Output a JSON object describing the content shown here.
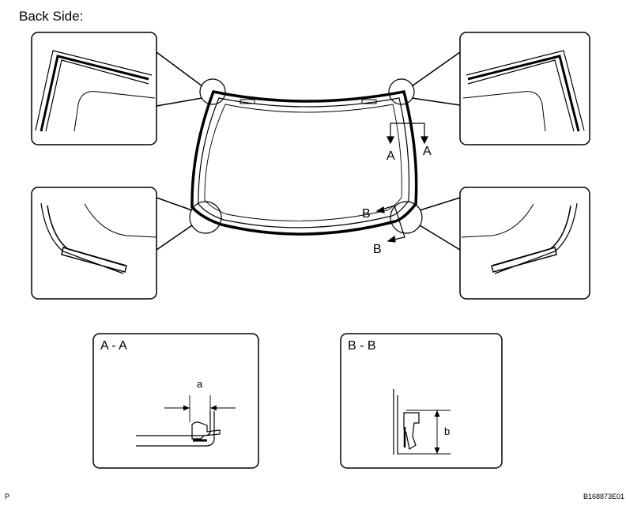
{
  "title": "Back Side:",
  "section_markers": {
    "a_left": "A",
    "a_right": "A",
    "b_upper": "B",
    "b_lower": "B"
  },
  "section_views": {
    "aa": {
      "title": "A - A",
      "dimension": "a"
    },
    "bb": {
      "title": "B - B",
      "dimension": "b"
    }
  },
  "footer": {
    "left_code": "P",
    "right_code": "B168873E01"
  }
}
